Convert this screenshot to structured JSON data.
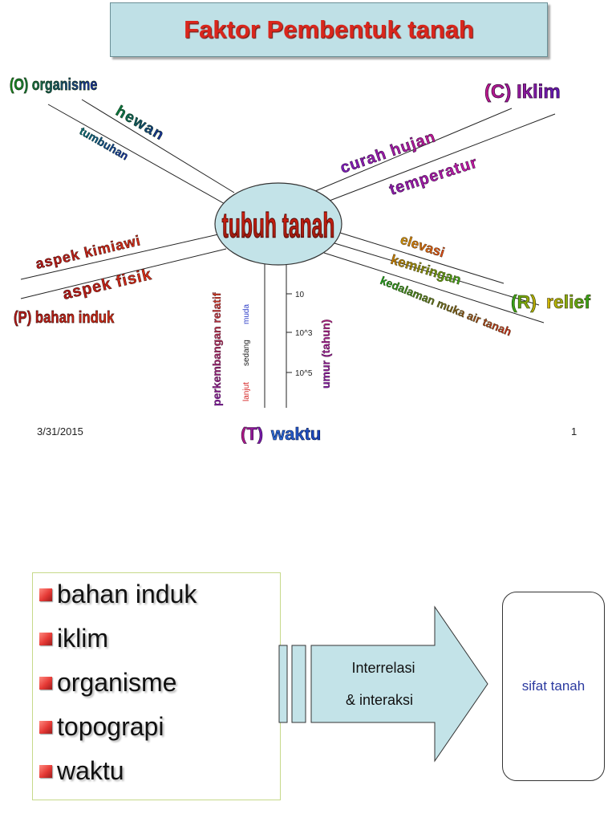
{
  "slide1": {
    "title": "Faktor Pembentuk tanah",
    "center_label": "tubuh tanah",
    "factors": {
      "organisme": {
        "label": "(O) organisme",
        "branches": [
          "hewan",
          "tumbuhan"
        ]
      },
      "iklim": {
        "label": "(C) Iklim",
        "branches": [
          "curah hujan",
          "temperatur"
        ]
      },
      "bahan_induk": {
        "label": "(P) bahan induk",
        "branches": [
          "aspek kimiawi",
          "aspek fisik"
        ]
      },
      "relief": {
        "letter": "(R)",
        "word": "relief",
        "branches": [
          "elevasi",
          "kemiringan",
          "kedalaman muka air tanah"
        ]
      },
      "waktu": {
        "letter": "(T)",
        "word": "waktu"
      }
    },
    "time_axis": {
      "left_label": "perkembangan relatif",
      "stages": [
        "lanjut",
        "sedang",
        "muda"
      ],
      "ticks": [
        "10",
        "10^3",
        "10^5"
      ],
      "right_label": "umur (tahun)"
    },
    "date": "3/31/2015",
    "page_number": "1"
  },
  "slide2": {
    "items": [
      "bahan induk",
      "iklim",
      "organisme",
      "topograpi",
      "waktu"
    ],
    "arrow_text_line1": "Interrelasi",
    "arrow_text_line2": "& interaksi",
    "result": "sifat tanah"
  },
  "colors": {
    "title_red": "#d9261c",
    "title_box": "#bfe0e6",
    "ellipse_fill": "#c3e3e8",
    "arrow_fill": "#c3e3e8",
    "result_text": "#2b3aa0"
  }
}
